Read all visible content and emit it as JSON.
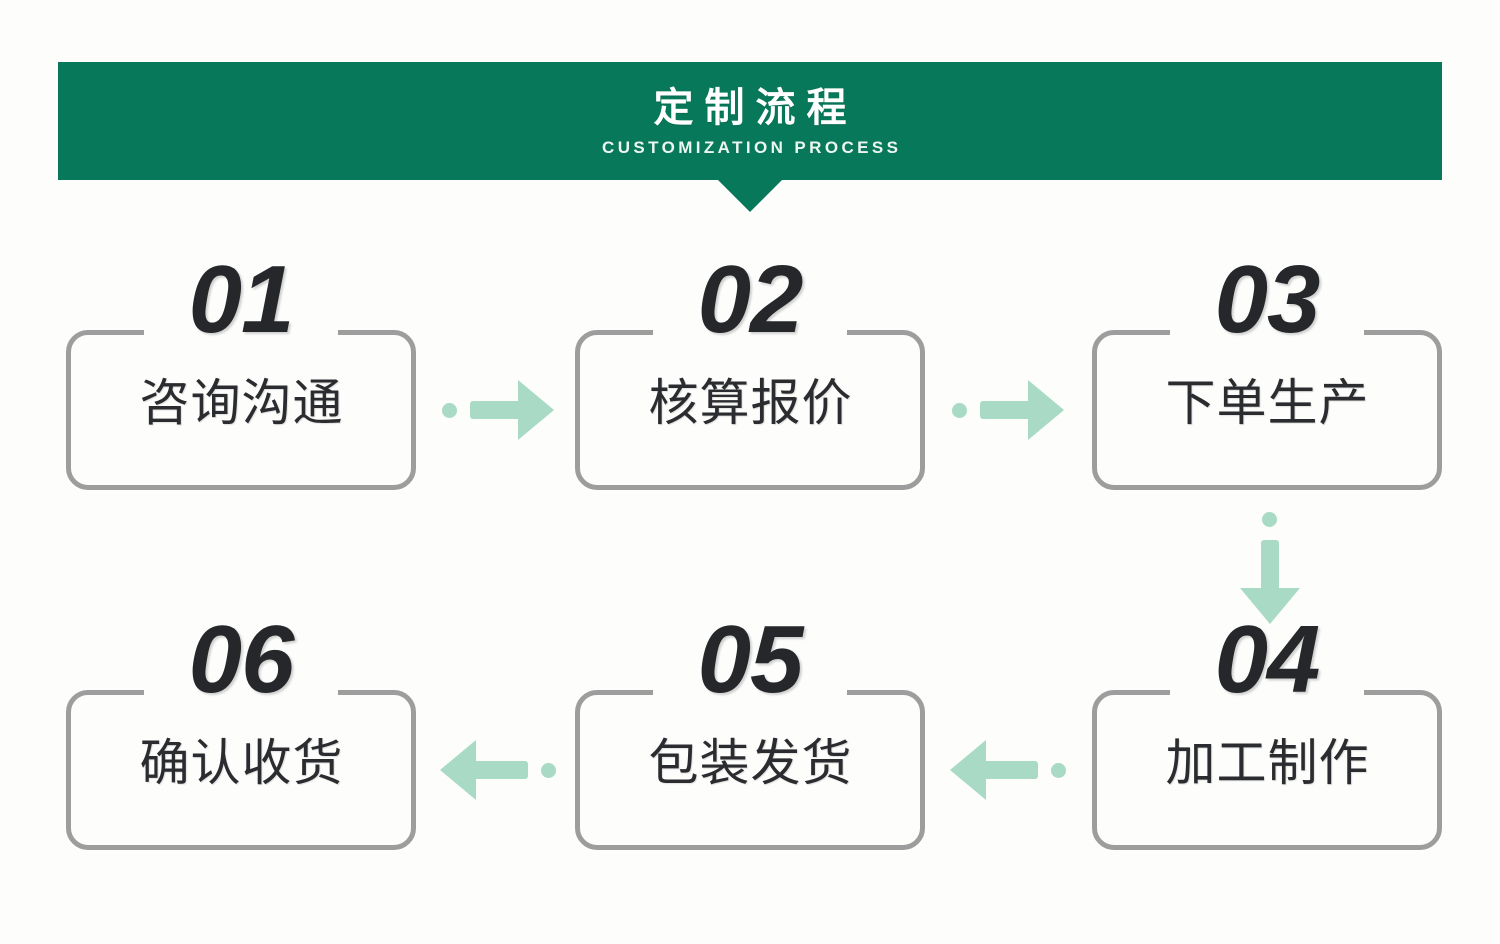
{
  "banner": {
    "title_cn": "定制流程",
    "title_en": "CUSTOMIZATION PROCESS",
    "bg_color": "#07795a",
    "text_color": "#ffffff"
  },
  "theme": {
    "page_background": "#fdfdfc",
    "box_border_color": "#9d9d9d",
    "number_color": "#26272a",
    "label_color": "#2b2c2f",
    "arrow_color": "#a8dac5"
  },
  "steps": [
    {
      "number": "01",
      "label": "咨询沟通"
    },
    {
      "number": "02",
      "label": "核算报价"
    },
    {
      "number": "03",
      "label": "下单生产"
    },
    {
      "number": "04",
      "label": "加工制作"
    },
    {
      "number": "05",
      "label": "包装发货"
    },
    {
      "number": "06",
      "label": "确认收货"
    }
  ],
  "connectors": [
    {
      "from": "01",
      "to": "02",
      "direction": "right"
    },
    {
      "from": "02",
      "to": "03",
      "direction": "right"
    },
    {
      "from": "03",
      "to": "04",
      "direction": "down"
    },
    {
      "from": "04",
      "to": "05",
      "direction": "left"
    },
    {
      "from": "05",
      "to": "06",
      "direction": "left"
    }
  ]
}
